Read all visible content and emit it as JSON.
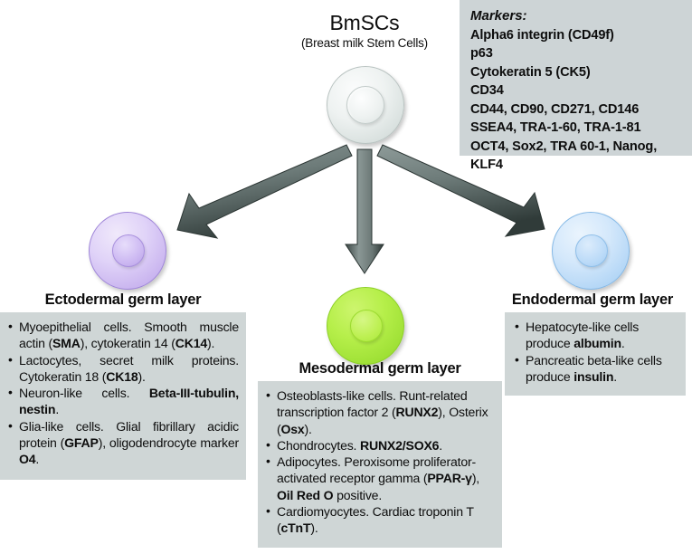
{
  "markers": {
    "title": "Markers:",
    "lines": [
      "Alpha6 integrin (CD49f)",
      "p63",
      "Cytokeratin 5 (CK5)",
      "CD34",
      "CD44, CD90, CD271, CD146",
      "SSEA4, TRA-1-60, TRA-1-81",
      "OCT4, Sox2, TRA 60-1, Nanog, KLF4"
    ],
    "bg_color": "#cdd4d6"
  },
  "source": {
    "title": "BmSCs",
    "subtitle": "(Breast milk Stem Cells)",
    "cell_color": "#e4eae8"
  },
  "layers": {
    "ectoderm": {
      "title": "Ectodermal germ layer",
      "cell_color": "#c9b4ef",
      "items": [
        [
          {
            "t": "Myoepithelial cells. Smooth muscle actin (",
            "b": false
          },
          {
            "t": "SMA",
            "b": true
          },
          {
            "t": "), cytokeratin 14 (",
            "b": false
          },
          {
            "t": "CK14",
            "b": true
          },
          {
            "t": ").",
            "b": false
          }
        ],
        [
          {
            "t": "Lactocytes, secret milk proteins. Cytokeratin 18 (",
            "b": false
          },
          {
            "t": "CK18",
            "b": true
          },
          {
            "t": ").",
            "b": false
          }
        ],
        [
          {
            "t": "Neuron-like cells. ",
            "b": false
          },
          {
            "t": "Beta-III-tubulin, nestin",
            "b": true
          },
          {
            "t": ".",
            "b": false
          }
        ],
        [
          {
            "t": "Glia-like cells. Glial fibrillary acidic protein (",
            "b": false
          },
          {
            "t": "GFAP",
            "b": true
          },
          {
            "t": "), oligodendrocyte marker ",
            "b": false
          },
          {
            "t": "O4",
            "b": true
          },
          {
            "t": ".",
            "b": false
          }
        ]
      ]
    },
    "mesoderm": {
      "title": "Mesodermal germ layer",
      "cell_color": "#9ee035",
      "items": [
        [
          {
            "t": "Osteoblasts-like cells. Runt-related transcription factor 2 (",
            "b": false
          },
          {
            "t": "RUNX2",
            "b": true
          },
          {
            "t": "), Osterix (",
            "b": false
          },
          {
            "t": "Osx",
            "b": true
          },
          {
            "t": ").",
            "b": false
          }
        ],
        [
          {
            "t": "Chondrocytes. ",
            "b": false
          },
          {
            "t": "RUNX2/SOX6",
            "b": true
          },
          {
            "t": ".",
            "b": false
          }
        ],
        [
          {
            "t": "Adipocytes. Peroxisome proliferator-activated receptor gamma (",
            "b": false
          },
          {
            "t": "PPAR-γ",
            "b": true
          },
          {
            "t": "), ",
            "b": false
          },
          {
            "t": "Oil Red O",
            "b": true
          },
          {
            "t": " positive.",
            "b": false
          }
        ],
        [
          {
            "t": "Cardiomyocytes. Cardiac troponin T (",
            "b": false
          },
          {
            "t": "cTnT",
            "b": true
          },
          {
            "t": ").",
            "b": false
          }
        ]
      ]
    },
    "endoderm": {
      "title": "Endodermal germ layer",
      "cell_color": "#b3d6f6",
      "items": [
        [
          {
            "t": "Hepatocyte-like cells produce ",
            "b": false
          },
          {
            "t": "albumin",
            "b": true
          },
          {
            "t": ".",
            "b": false
          }
        ],
        [
          {
            "t": "Pancreatic beta-like cells produce ",
            "b": false
          },
          {
            "t": "insulin",
            "b": true
          },
          {
            "t": ".",
            "b": false
          }
        ]
      ]
    }
  },
  "arrows": {
    "color": "#5d6a68",
    "left_label": "arrow-to-ectoderm",
    "center_label": "arrow-to-mesoderm",
    "right_label": "arrow-to-endoderm"
  }
}
